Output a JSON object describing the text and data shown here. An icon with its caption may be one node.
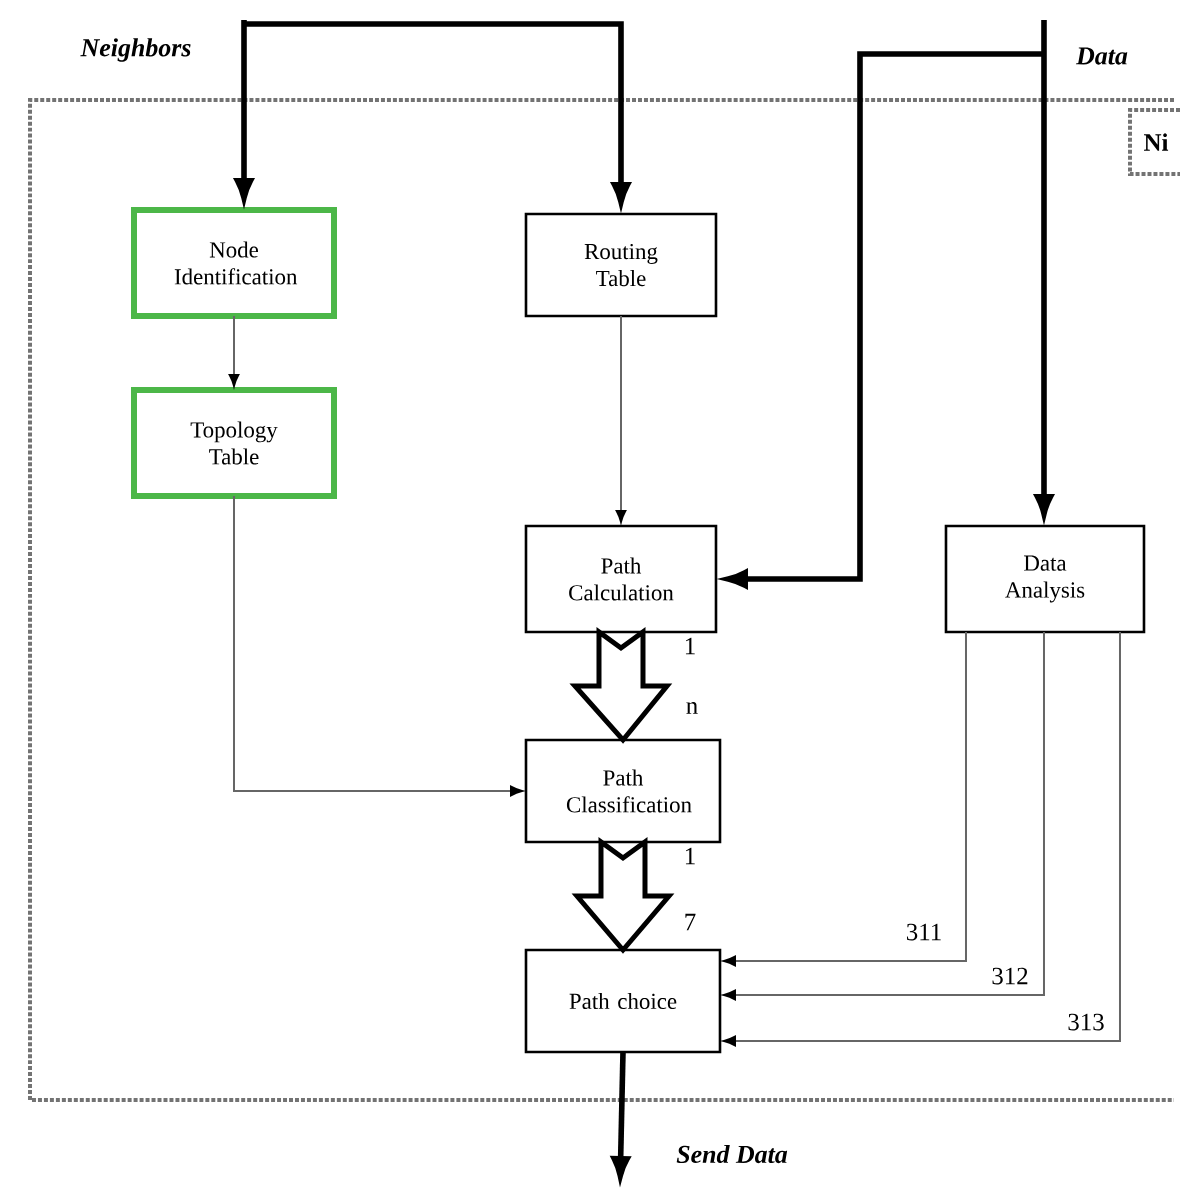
{
  "diagram": {
    "nodes": [
      {
        "text": [],
        "shape": "box"
      },
      {
        "text": [
          "Ni"
        ],
        "in": 0
      },
      {
        "text": [
          "Neighbors"
        ]
      },
      {
        "text": [
          "Data"
        ]
      },
      {
        "text": [
          "Node Identification"
        ],
        "in": 0
      },
      {
        "text": [
          "Routing Table"
        ],
        "in": 0
      },
      {
        "text": [
          "Topology Table"
        ],
        "in": 0
      },
      {
        "text": [
          "Path Calculation"
        ],
        "in": 0
      },
      {
        "text": [
          "Data Analysis"
        ],
        "in": 0
      },
      {
        "text": [
          "Path Classification"
        ],
        "in": 0
      },
      {
        "text": [
          "Path choice"
        ],
        "in": 0
      },
      {
        "text": [
          "Send Data"
        ]
      }
    ],
    "edges": [
      {
        "from": 2,
        "to": 4,
        "arrow": "to",
        "style": "thick",
        "color": "#000000"
      },
      {
        "from": 2,
        "to": 5,
        "arrow": "to",
        "style": "thick",
        "color": "#000000"
      },
      {
        "from": 3,
        "to": 7,
        "arrow": "to",
        "style": "thick",
        "color": "#000000"
      },
      {
        "from": 3,
        "to": 8,
        "arrow": "to",
        "style": "thick",
        "color": "#000000"
      },
      {
        "from": 4,
        "to": 6,
        "arrow": "to"
      },
      {
        "from": 5,
        "to": 7,
        "arrow": "to"
      },
      {
        "from": 6,
        "to": 9,
        "arrow": "to"
      },
      {
        "from": 7,
        "to": 9,
        "arrow": "to",
        "style": "thick"
      },
      {
        "from": 9,
        "to": 10,
        "arrow": "to",
        "style": "thick"
      },
      {
        "from": 8,
        "to": 10,
        "arrow": "to",
        "label": "311"
      },
      {
        "from": 8,
        "to": 10,
        "arrow": "to",
        "label": "312"
      },
      {
        "from": 8,
        "to": 10,
        "arrow": "to",
        "label": "313"
      },
      {
        "from": 10,
        "to": 11,
        "arrow": "to",
        "style": "thick",
        "color": "#000000"
      }
    ],
    "labels": [
      "1",
      "n",
      "1",
      "7"
    ]
  }
}
